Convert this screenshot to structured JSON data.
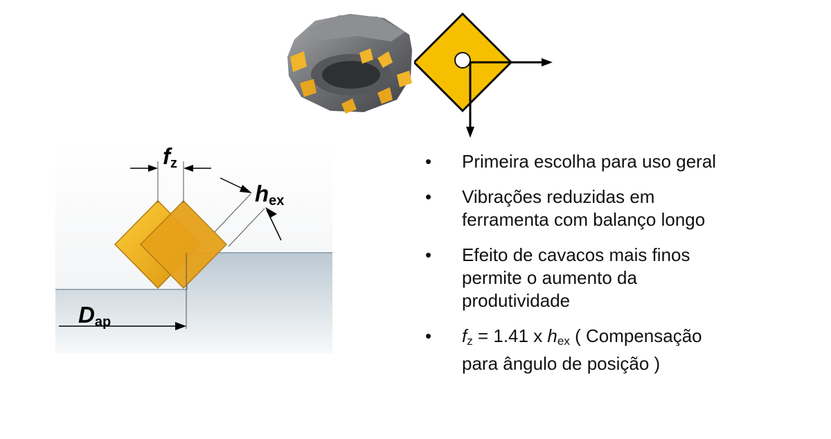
{
  "labels": {
    "fz_sym": "f",
    "fz_sub": "z",
    "hex_sym": "h",
    "hex_sub": "ex",
    "dap_sym": "D",
    "dap_sub": "ap"
  },
  "bullets": [
    {
      "marker": "•",
      "lines": [
        "Primeira escolha para uso geral"
      ]
    },
    {
      "marker": "•",
      "lines": [
        "Vibrações reduzidas em",
        "ferramenta com balanço longo"
      ]
    },
    {
      "marker": "•",
      "lines": [
        "Efeito de cavacos mais finos",
        "permite o aumento da",
        "produtividade"
      ]
    }
  ],
  "formula": {
    "marker": "•",
    "f": "f",
    "f_sub": "z",
    "eq": " = 1.41 x ",
    "h": "h",
    "h_sub": "ex",
    "rest1": " ( Compensação",
    "rest2": "para ângulo de posição )"
  },
  "colors": {
    "insert": "#f6c000",
    "insert_dark": "#c88e12",
    "cutter_body": "#6a6c70"
  }
}
